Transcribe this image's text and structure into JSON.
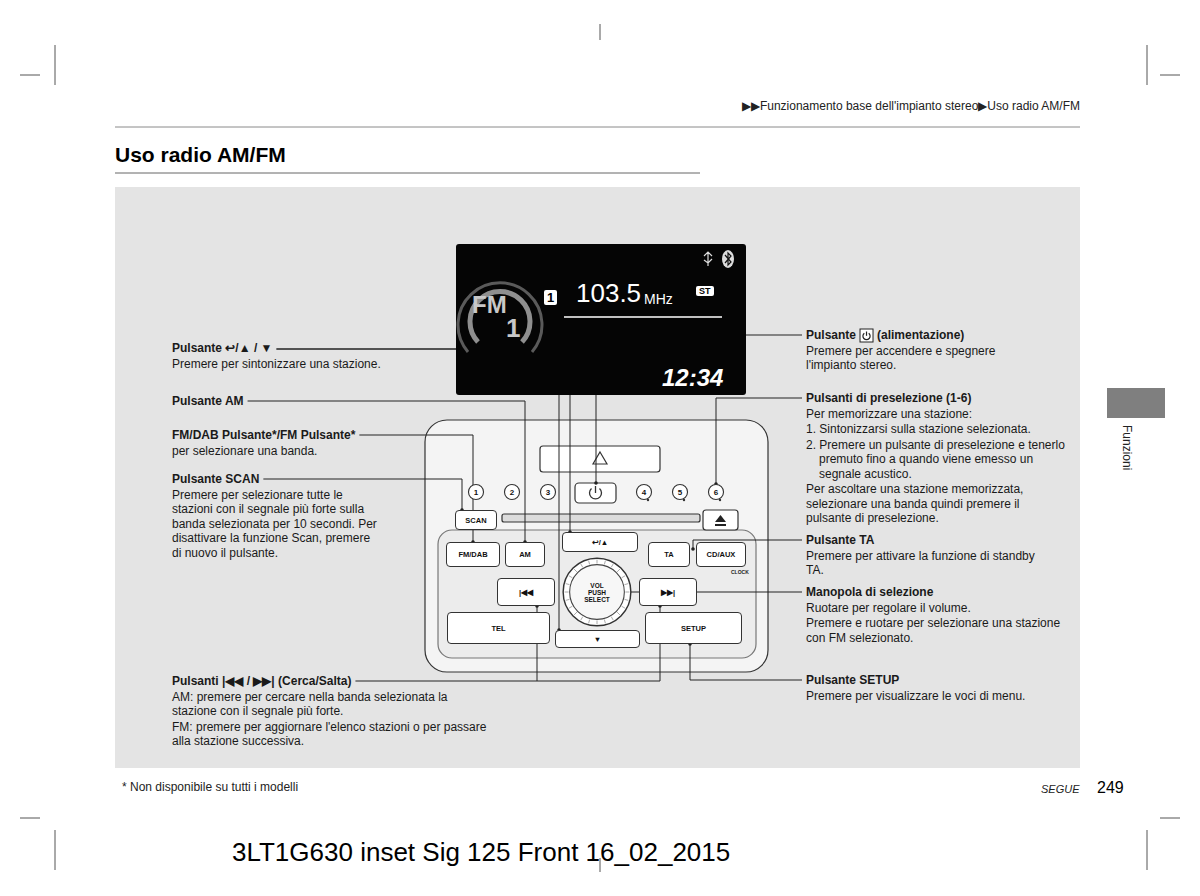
{
  "diagram": {
    "title": "Uso radio AM/FM",
    "nodes": [
      {
        "text": [
          "FM",
          "1",
          "1",
          "103.5",
          "MHz",
          "ST",
          "12:34"
        ]
      },
      {
        "text": [
          "1"
        ]
      },
      {
        "text": [
          "2"
        ]
      },
      {
        "text": [
          "3"
        ]
      },
      {
        "text": [
          "4"
        ]
      },
      {
        "text": [
          "5"
        ]
      },
      {
        "text": [
          "6"
        ]
      },
      {
        "text": [
          "SCAN"
        ]
      },
      {
        "text": [
          "FM/DAB"
        ]
      },
      {
        "text": [
          "AM"
        ]
      },
      {
        "text": [
          "↩/▲"
        ]
      },
      {
        "text": [
          "TA"
        ]
      },
      {
        "text": [
          "CD/AUX"
        ]
      },
      {
        "text": [
          "|◀◀"
        ]
      },
      {
        "text": [
          "VOL PUSH SELECT"
        ]
      },
      {
        "text": [
          "▶▶|"
        ]
      },
      {
        "text": [
          "TEL"
        ]
      },
      {
        "text": [
          "▼"
        ]
      },
      {
        "text": [
          "SETUP"
        ]
      }
    ],
    "labels": [
      "▶▶Funzionamento base dell'impianto stereo▶Uso radio AM/FM",
      "Pulsante ↩/▲ / ▼",
      "Premere per sintonizzare una stazione.",
      "Pulsante AM",
      "FM/DAB Pulsante*/FM Pulsante*",
      "per selezionare una banda.",
      "Pulsante SCAN",
      "Premere per selezionare tutte le stazioni con il segnale più forte sulla banda selezionata per 10 secondi. Per disattivare la funzione Scan, premere di nuovo il pulsante.",
      "Pulsanti |◀◀ / ▶▶| (Cerca/Salta)",
      "AM: premere per cercare nella banda selezionata la stazione con il segnale più forte.",
      "FM: premere per aggiornare l'elenco stazioni o per passare alla stazione successiva.",
      "Pulsante",
      "(alimentazione)",
      "Premere per accendere e spegnere l'impianto stereo.",
      "Pulsanti di preselezione (1-6)",
      "Per memorizzare una stazione:",
      "1. Sintonizzarsi sulla stazione selezionata.",
      "2. Premere un pulsante di preselezione e tenerlo premuto fino a quando viene emesso un segnale acustico.",
      "Per ascoltare una stazione memorizzata, selezionare una banda quindi premere il pulsante di preselezione.",
      "Pulsante TA",
      "Premere per attivare la funzione di standby TA.",
      "Manopola di selezione",
      "Ruotare per regolare il volume.",
      "Premere e ruotare per selezionare una stazione con FM selezionato.",
      "Pulsante SETUP",
      "Premere per visualizzare le voci di menu.",
      "CLOCK",
      "* Non disponibile su tutti i modelli",
      "SEGUE",
      "249",
      "Funzioni",
      "3LT1G630 inset Sig 125 Front 16_02_2015"
    ]
  }
}
